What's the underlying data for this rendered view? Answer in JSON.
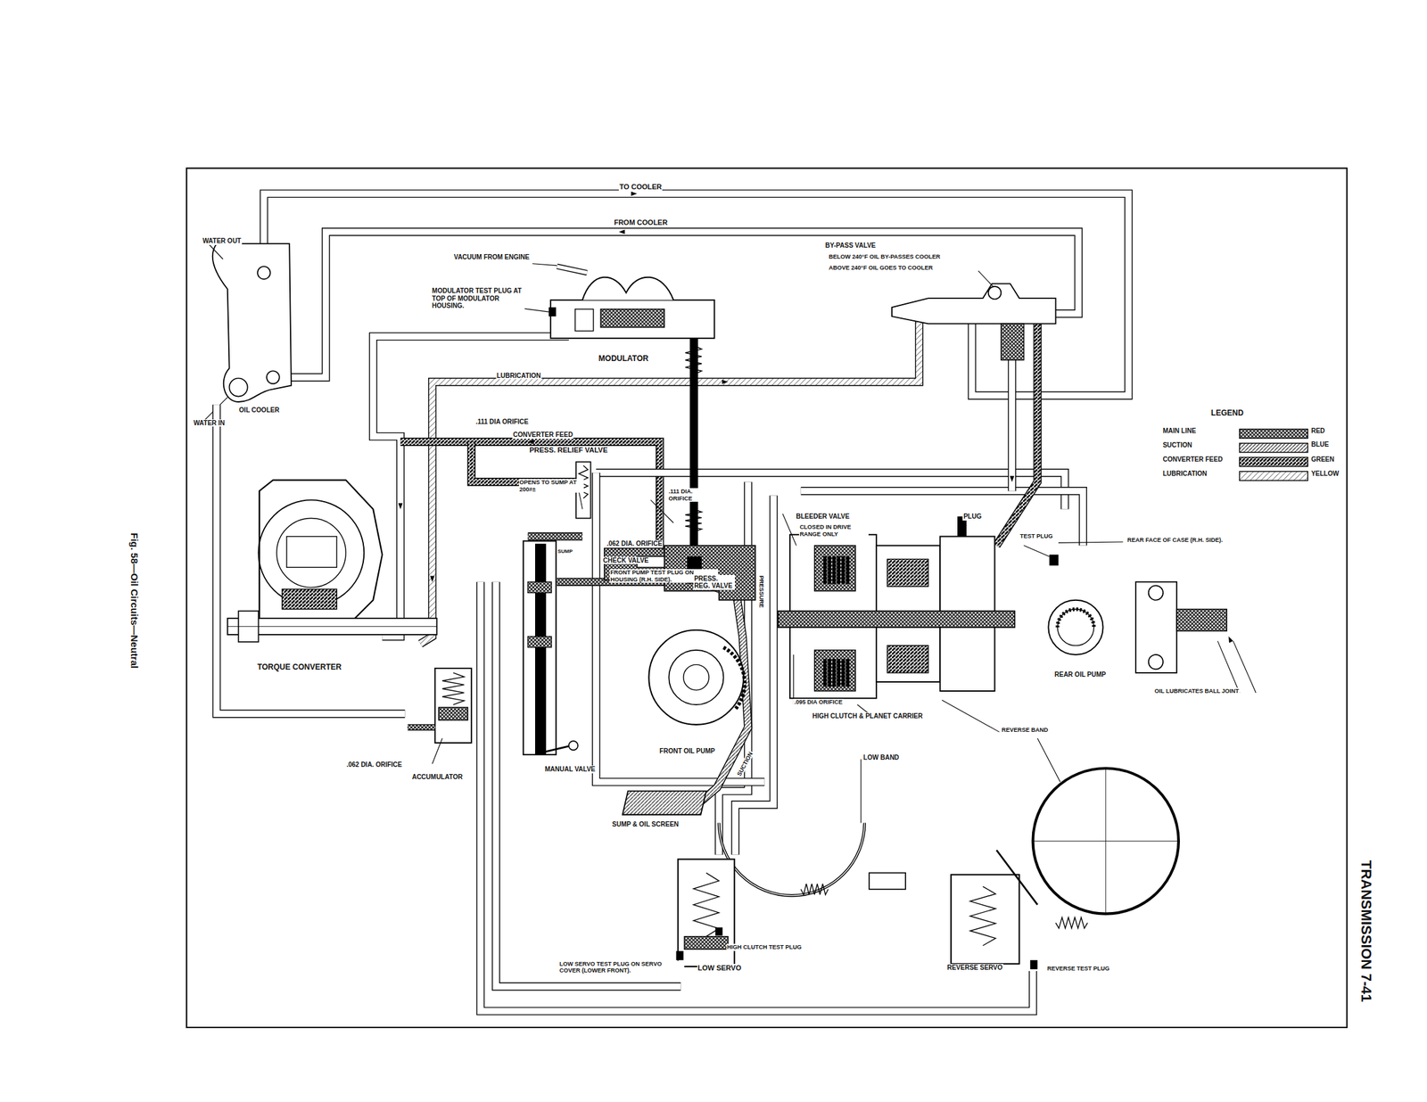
{
  "diagram": {
    "caption": "Fig. 58—Oil Circuits—Neutral",
    "labels": [
      "TO COOLER",
      "FROM COOLER",
      "WATER OUT",
      "VACUUM FROM ENGINE",
      "MODULATOR TEST PLUG AT TOP OF MODULATOR HOUSING.",
      "BY-PASS VALVE",
      "BELOW 240°F OIL BY-PASSES COOLER",
      "ABOVE 240°F OIL GOES TO COOLER",
      "MODULATOR",
      "LUBRICATION",
      "OIL COOLER",
      "WATER IN",
      ".111 DIA ORIFICE",
      "CONVERTER FEED",
      "PRESS. RELIEF VALVE",
      "OPENS TO SUMP AT 200#±",
      ".111 DIA. ORIFICE",
      "LEGEND",
      "RED",
      "BLUE",
      "GREEN",
      "YELLOW",
      "BLEEDER VALVE",
      "CLOSED IN DRIVE RANGE ONLY",
      "PLUG",
      "TEST PLUG",
      "REAR FACE OF CASE (R.H. SIDE).",
      ".062 DIA. ORIFICE",
      "SUMP",
      "CHECK VALVE",
      "FRONT PUMP TEST PLUG ON HOUSING (R.H. SIDE).",
      "PRESS. REG. VALVE",
      "PRESSURE",
      "TORQUE CONVERTER",
      "REAR OIL PUMP",
      "OIL LUBRICATES BALL JOINT",
      ".095 DIA ORIFICE",
      "HIGH CLUTCH & PLANET CARRIER",
      "REVERSE BAND",
      "LOW BAND",
      "FRONT OIL PUMP",
      "SUCTION",
      ".062 DIA. ORIFICE",
      "ACCUMULATOR",
      "MANUAL VALVE",
      "SUMP & OIL SCREEN",
      "HIGH CLUTCH TEST PLUG",
      "LOW SERVO TEST PLUG ON SERVO COVER (LOWER FRONT).",
      "LOW SERVO",
      "REVERSE SERVO",
      "REVERSE TEST PLUG",
      "TRANSMISSION 7-41"
    ],
    "legend": [
      {
        "text": "MAIN LINE"
      },
      {
        "text": "SUCTION"
      },
      {
        "text": "CONVERTER FEED"
      },
      {
        "text": "LUBRICATION"
      }
    ]
  }
}
